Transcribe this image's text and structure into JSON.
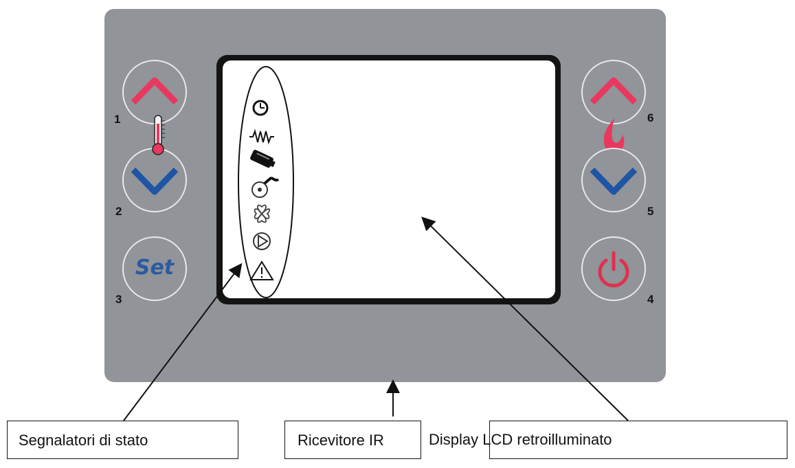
{
  "colors": {
    "panel": "#919498",
    "up_arrow": "#e8385f",
    "down_arrow": "#1f55a6",
    "set_text": "#2d5aa0",
    "power": "#e0304e",
    "flame": "#e8385f"
  },
  "buttons": [
    {
      "number": "1",
      "icon": "chevron-up-icon"
    },
    {
      "number": "2",
      "icon": "chevron-down-icon"
    },
    {
      "number": "3",
      "icon": "set",
      "text": "Set"
    },
    {
      "number": "4",
      "icon": "power-icon"
    },
    {
      "number": "5",
      "icon": "chevron-down-icon"
    },
    {
      "number": "6",
      "icon": "chevron-up-icon"
    }
  ],
  "status_icons": [
    "clock-icon",
    "resistor-icon",
    "battery-icon",
    "pump-icon",
    "fan-icon",
    "play-icon",
    "warning-icon"
  ],
  "labels": {
    "status": "Segnalatori di stato",
    "ir": "Ricevitore IR",
    "lcd": "Display LCD retroilluminato"
  }
}
